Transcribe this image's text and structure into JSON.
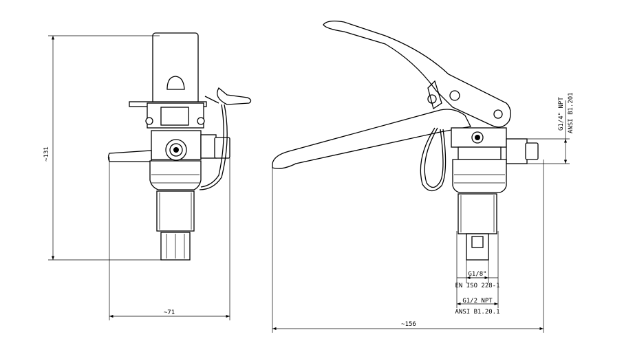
{
  "dimensions": {
    "height_left": "~131",
    "width_left": "~71",
    "length_right": "~156",
    "side_thread": "G1/4\" NPT",
    "side_thread_std": "ANSI B1.201",
    "top_thread": "G1/8\"",
    "top_thread_std": "EN ISO 228-1",
    "bottom_thread": "G1/2 NPT",
    "bottom_thread_std": "ANSI B1.20.1"
  }
}
